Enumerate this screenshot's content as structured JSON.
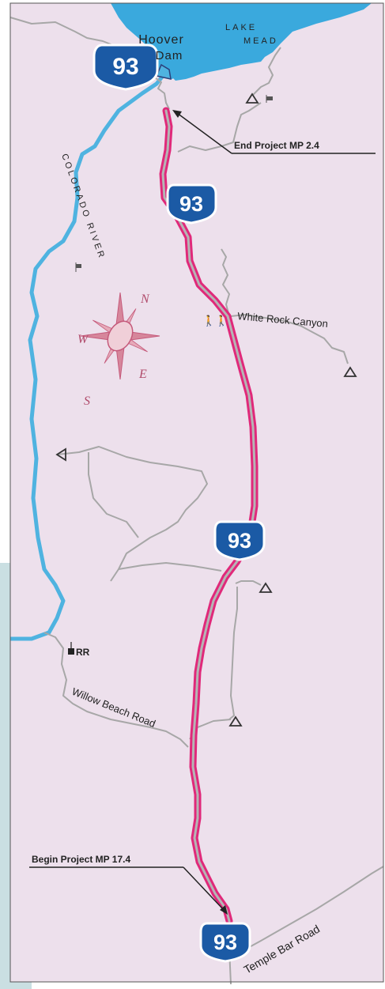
{
  "labels": {
    "hoover_1": "Hoover",
    "hoover_2": "Dam",
    "lake_1": "LAKE",
    "lake_2": "MEAD",
    "river": "COLORADO RIVER",
    "white_rock": "White Rock Canyon",
    "willow": "Willow Beach Road",
    "temple": "Temple Bar Road",
    "rr": "RR"
  },
  "compass": {
    "n": "N",
    "s": "S",
    "e": "E",
    "w": "W"
  },
  "callouts": {
    "end": "End Project MP 2.4",
    "begin": "Begin Project MP 17.4"
  },
  "shields": {
    "route": "93"
  },
  "colors": {
    "land": "#ede0ec",
    "water": "#4fb3e0",
    "lake": "#3aa9dd",
    "project": "#e0297a",
    "road": "#a7a7a7",
    "shield": "#1b5aa5",
    "sidebar": "#cadfe2",
    "compass": "#c55a7b"
  }
}
